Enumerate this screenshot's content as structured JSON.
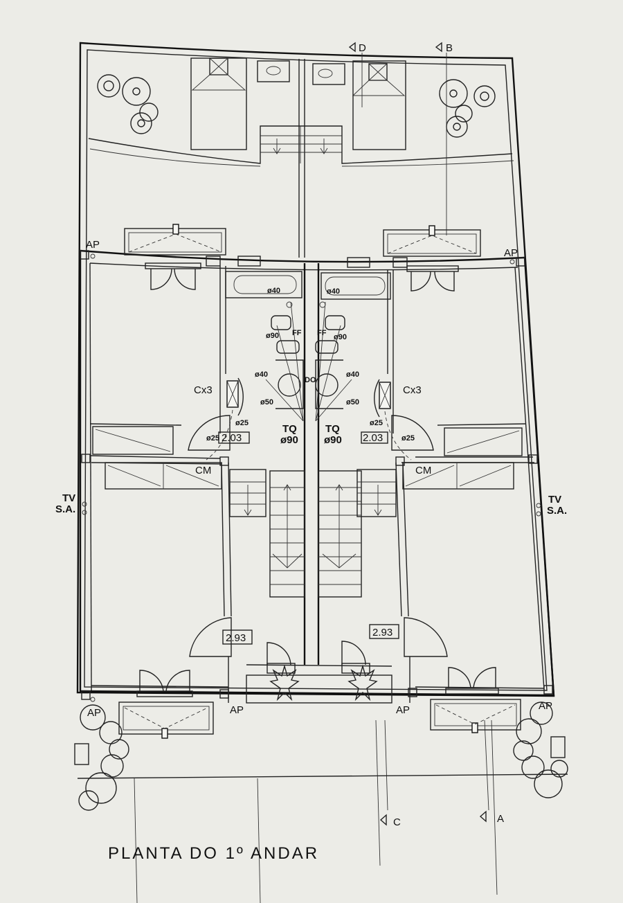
{
  "drawing": {
    "title": "PLANTA DO 1º ANDAR",
    "section_markers": {
      "a": "A",
      "b": "B",
      "c": "C",
      "d": "D"
    },
    "labels": {
      "ap": "AP",
      "cx3": "Cx3",
      "cm": "CM",
      "tv": "TV",
      "sa": "S.A.",
      "tq": "TQ",
      "pipe_90": "ø90",
      "pipe_40": "ø40",
      "pipe_50": "ø50",
      "pipe_25": "ø25",
      "ff": "FF",
      "do": "DO"
    },
    "levels": {
      "upper": "2.03",
      "lower": "2.93"
    }
  },
  "colors": {
    "paper": "#ecece7",
    "ink": "#111111"
  }
}
